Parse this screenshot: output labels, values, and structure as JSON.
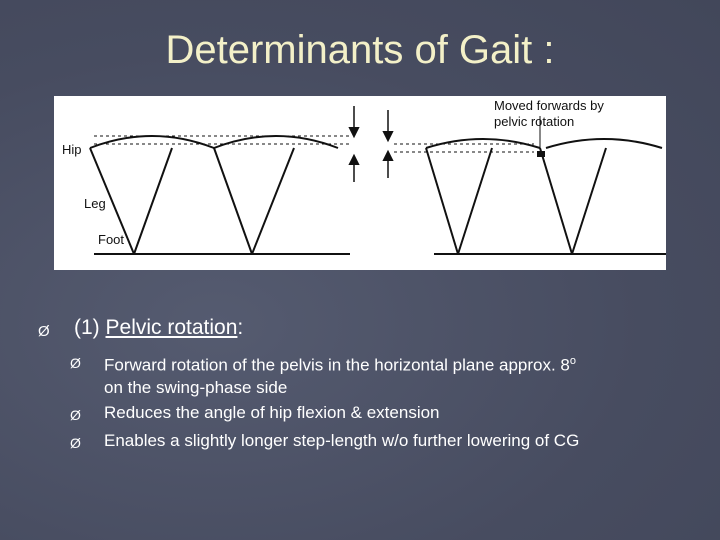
{
  "slide": {
    "title": "Determinants of Gait :",
    "figure": {
      "label_moved": "Moved forwards by",
      "label_pelvic": "pelvic rotation",
      "label_hip": "Hip",
      "label_leg": "Leg",
      "label_foot": "Foot"
    },
    "main_bullet": {
      "number": "(1)",
      "heading": "Pelvic rotation",
      "colon": ":"
    },
    "sub_bullets": [
      {
        "line1": "Forward rotation of the pelvis in the horizontal plane approx. 8",
        "sup": "o",
        "line2": "on the swing-phase side"
      },
      {
        "line1": "Reduces the angle of hip flexion & extension"
      },
      {
        "line1": "Enables a slightly longer step-length w/o further lowering of CG"
      }
    ],
    "bullet_glyph": "Ø"
  }
}
